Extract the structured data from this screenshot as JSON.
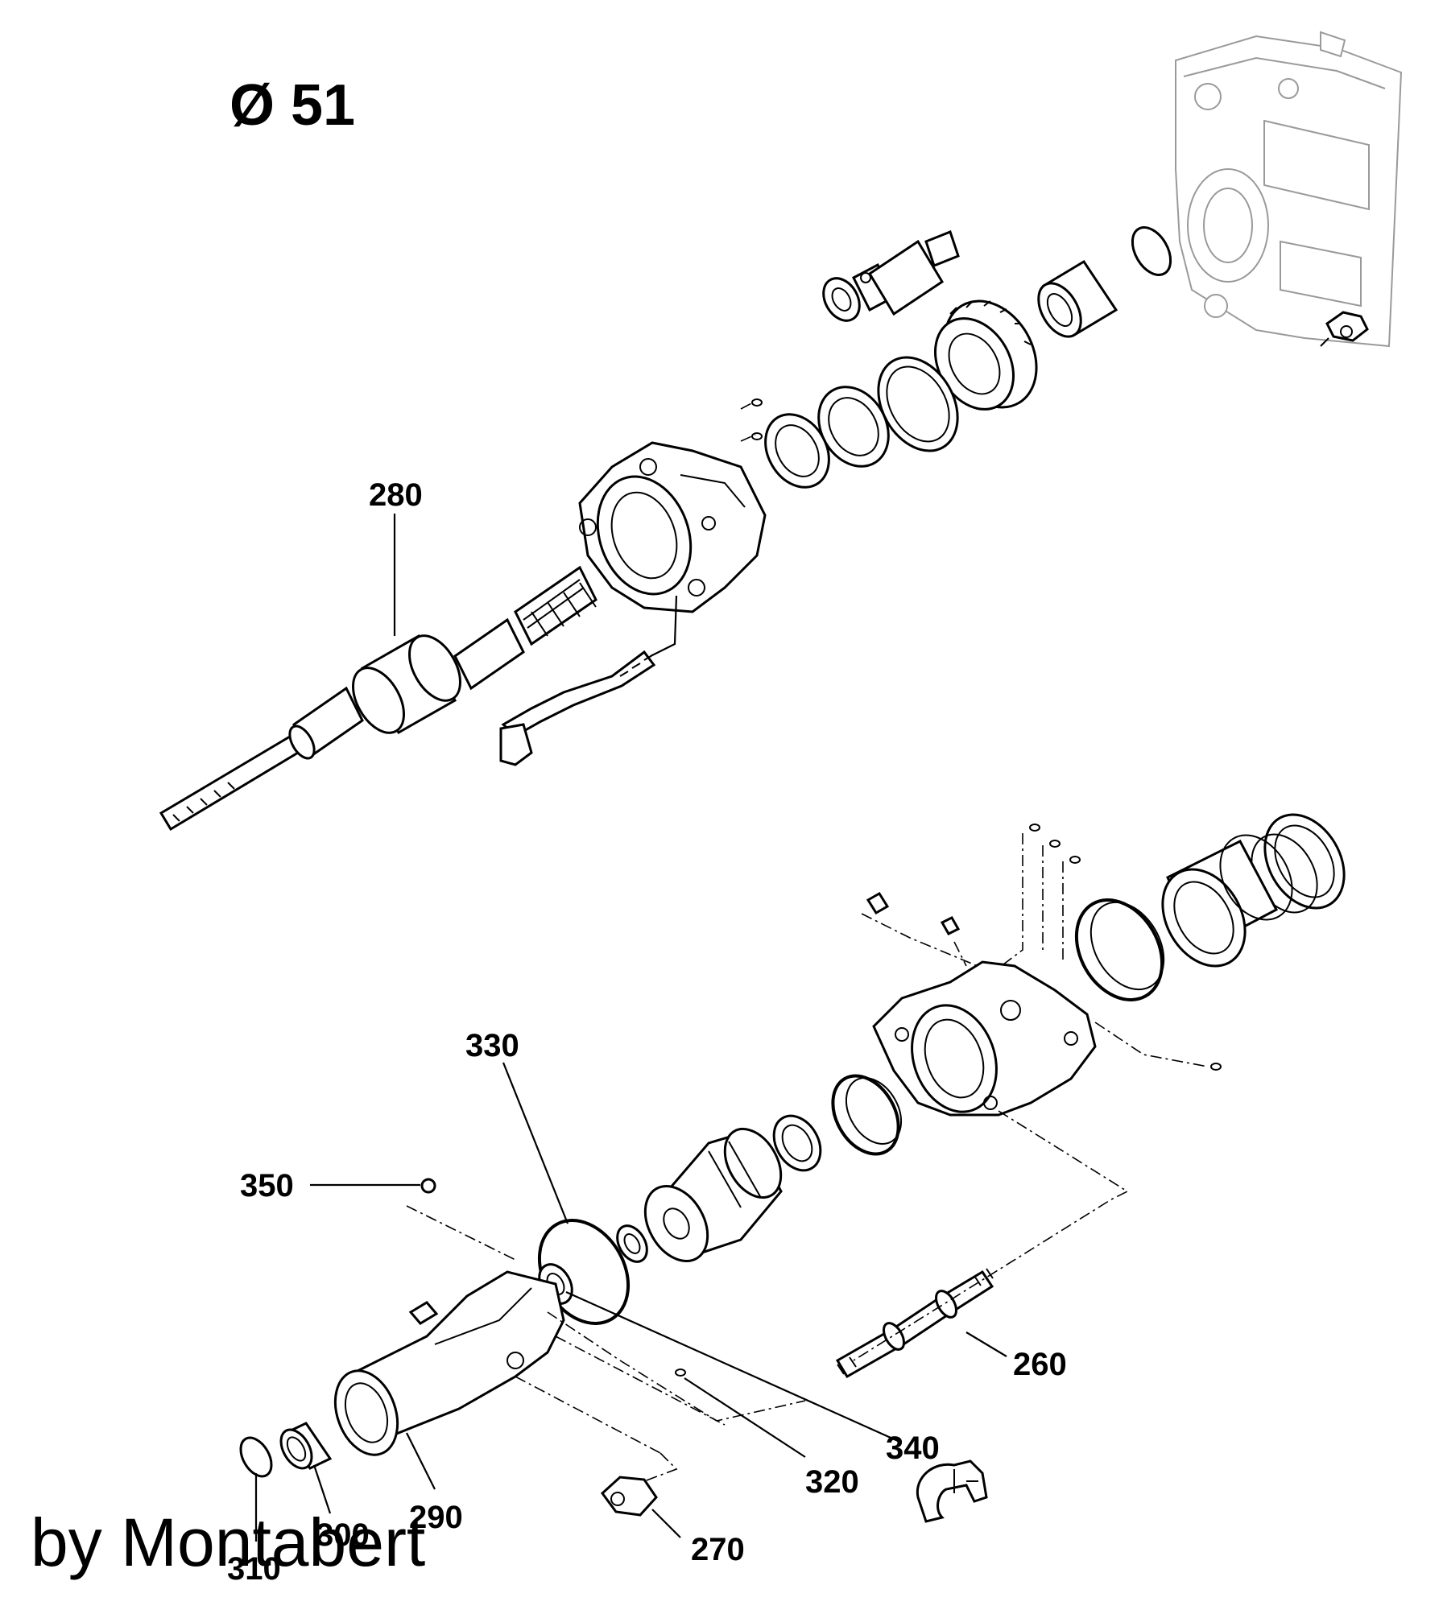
{
  "diagram": {
    "title": "Ø 51",
    "watermark": "by Montabert",
    "callouts": {
      "c280": "280",
      "c330": "330",
      "c350": "350",
      "c260": "260",
      "c340": "340",
      "c320": "320",
      "c290": "290",
      "c270": "270",
      "c300": "300",
      "c310": "310"
    }
  }
}
